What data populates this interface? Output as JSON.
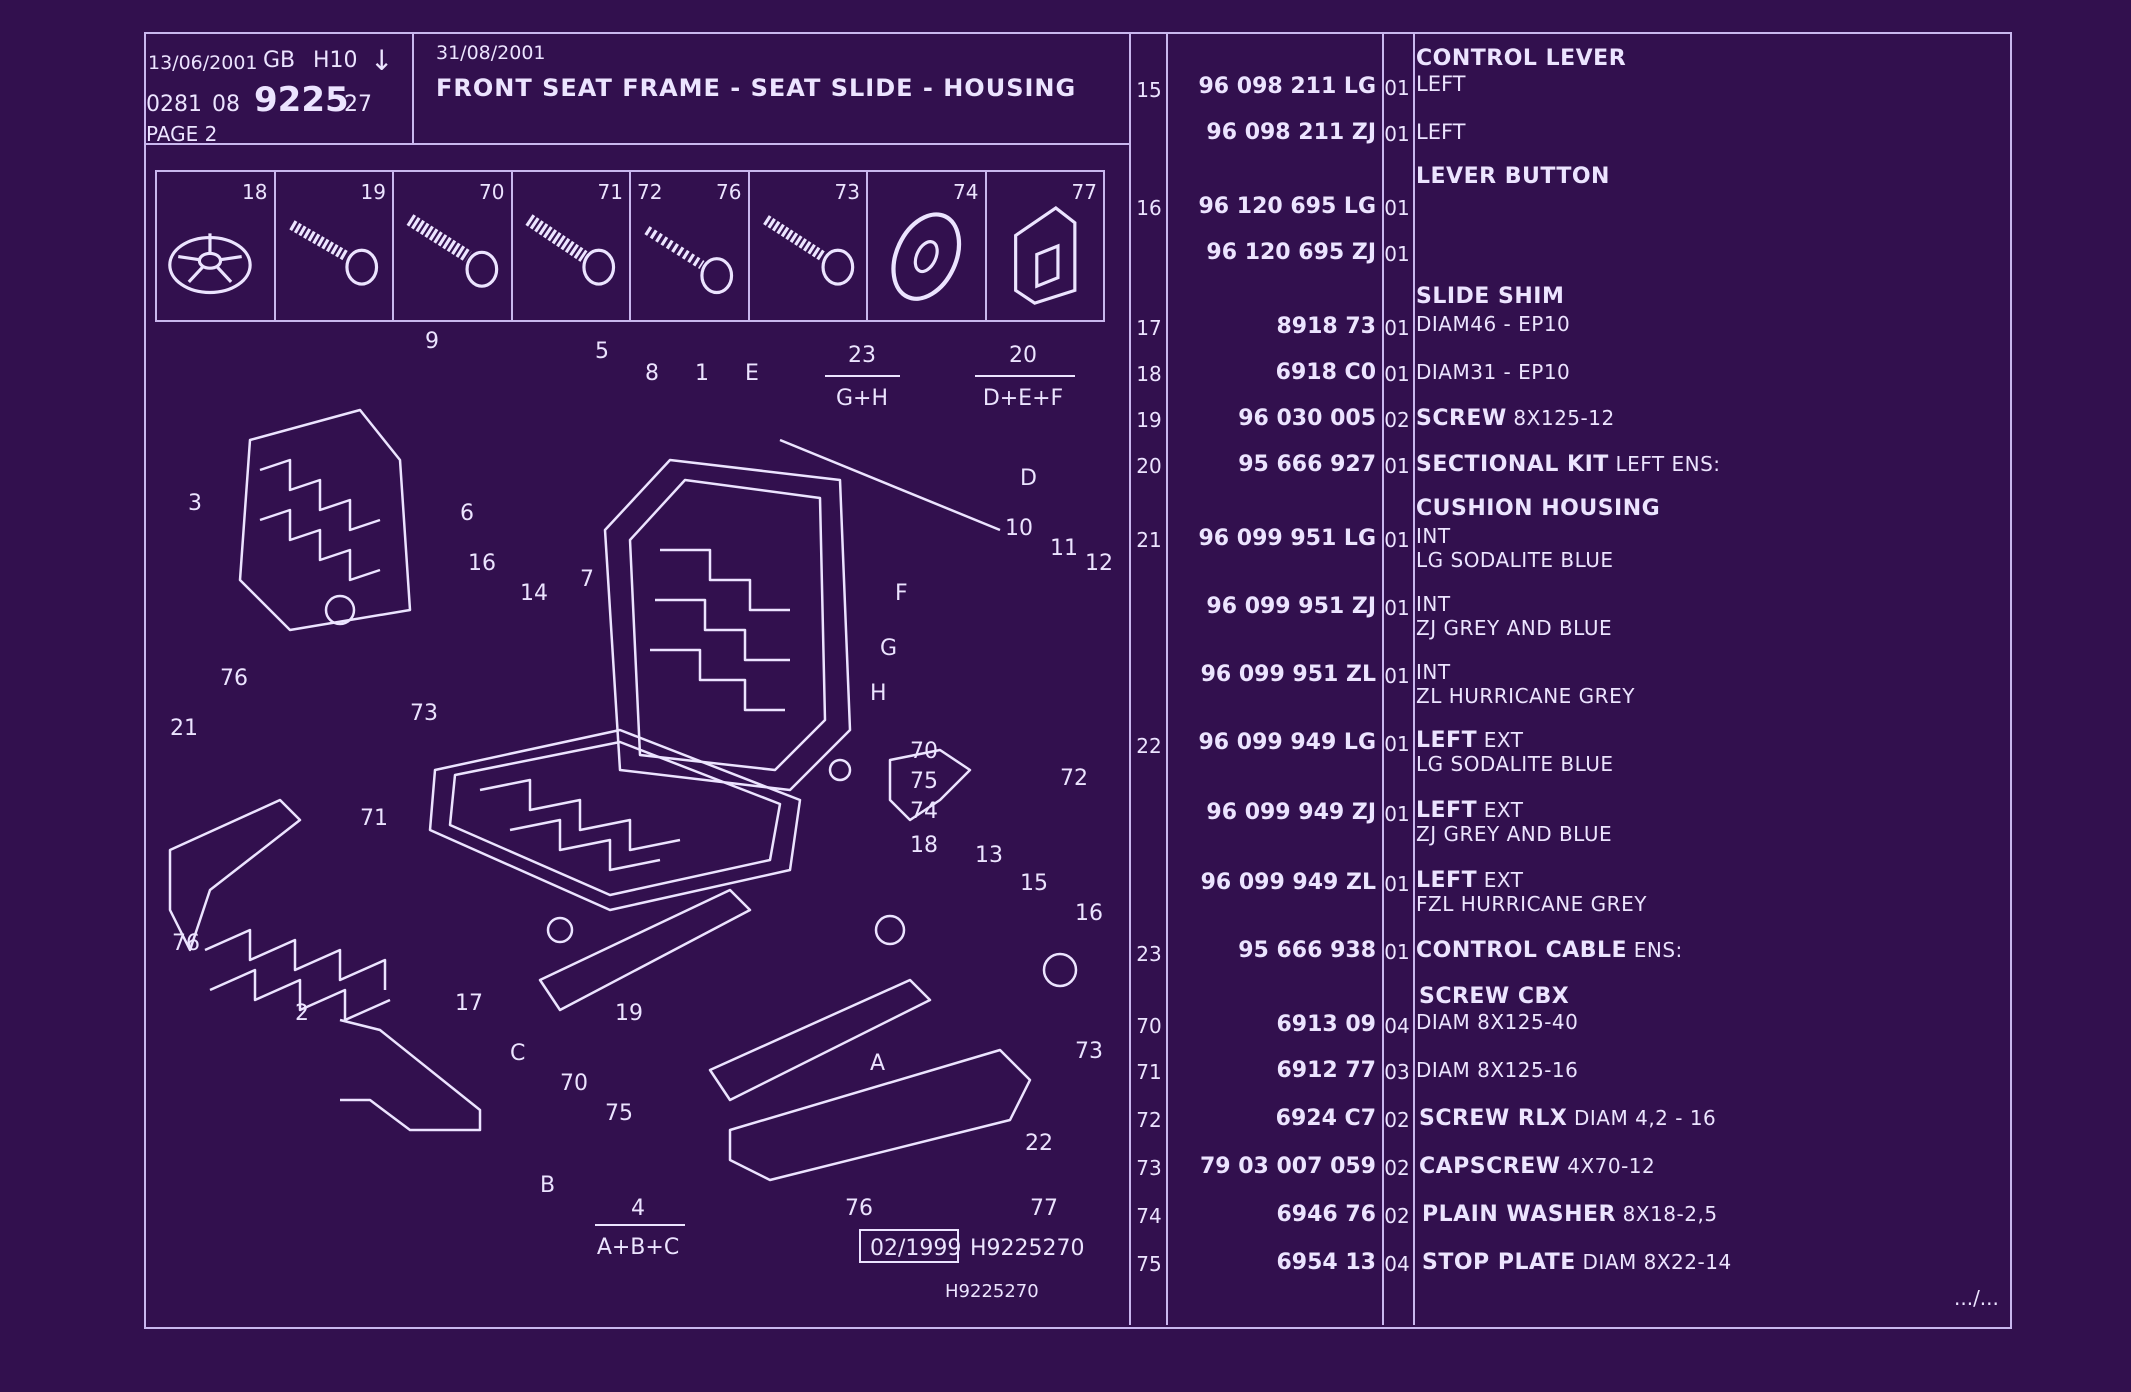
{
  "header": {
    "date": "13/06/2001",
    "lang": "GB",
    "model": "H10",
    "arrow": "↓",
    "ref_prefix": "0281",
    "ref_group": "08",
    "ref_main": "9225",
    "ref_suffix": "27",
    "page": "PAGE 2",
    "issue_date": "31/08/2001",
    "title": "FRONT SEAT FRAME - SEAT SLIDE - HOUSING"
  },
  "thumbnails": [
    "18",
    "19",
    "70",
    "71",
    "72",
    "76",
    "73",
    "74",
    "77"
  ],
  "diagram": {
    "callouts": [
      "9",
      "5",
      "8",
      "1",
      "E",
      "3",
      "6",
      "16",
      "14",
      "7",
      "D",
      "10",
      "11",
      "12",
      "F",
      "G",
      "H",
      "76",
      "21",
      "73",
      "71",
      "70",
      "75",
      "74",
      "72",
      "18",
      "13",
      "15",
      "16",
      "2",
      "17",
      "19",
      "C",
      "70",
      "75",
      "A",
      "73",
      "76",
      "22",
      "B",
      "77",
      "76"
    ],
    "groups": [
      {
        "num": "23",
        "parts": "G+H"
      },
      {
        "num": "20",
        "parts": "D+E+F"
      },
      {
        "num": "4",
        "parts": "A+B+C"
      }
    ],
    "footer_date": "02/1999",
    "footer_ref": "H9225270",
    "footer_ref2": "H9225270"
  },
  "parts": [
    {
      "item": "15",
      "ref": "96 098 211 LG",
      "qty": "01",
      "head": "CONTROL LEVER",
      "bold": "",
      "desc": "LEFT",
      "desc2": ""
    },
    {
      "item": "",
      "ref": "96 098 211 ZJ",
      "qty": "01",
      "head": "",
      "bold": "",
      "desc": "LEFT",
      "desc2": ""
    },
    {
      "item": "16",
      "ref": "96 120 695 LG",
      "qty": "01",
      "head": "LEVER BUTTON",
      "bold": "",
      "desc": "",
      "desc2": ""
    },
    {
      "item": "",
      "ref": "96 120 695 ZJ",
      "qty": "01",
      "head": "",
      "bold": "",
      "desc": "",
      "desc2": ""
    },
    {
      "item": "17",
      "ref": "8918 73",
      "qty": "01",
      "head": "SLIDE SHIM",
      "bold": "",
      "desc": "DIAM46 - EP10",
      "desc2": ""
    },
    {
      "item": "18",
      "ref": "6918 C0",
      "qty": "01",
      "head": "",
      "bold": "",
      "desc": "DIAM31 - EP10",
      "desc2": ""
    },
    {
      "item": "19",
      "ref": "96 030 005",
      "qty": "02",
      "head": "",
      "bold": "SCREW",
      "desc": "8X125-12",
      "desc2": ""
    },
    {
      "item": "20",
      "ref": "95 666 927",
      "qty": "01",
      "head": "",
      "bold": "SECTIONAL KIT",
      "desc": "LEFT ENS:",
      "desc2": ""
    },
    {
      "item": "21",
      "ref": "96 099 951 LG",
      "qty": "01",
      "head": "CUSHION HOUSING",
      "bold": "",
      "desc": "INT",
      "desc2": "LG SODALITE BLUE"
    },
    {
      "item": "",
      "ref": "96 099 951 ZJ",
      "qty": "01",
      "head": "",
      "bold": "",
      "desc": "INT",
      "desc2": "ZJ GREY AND BLUE"
    },
    {
      "item": "",
      "ref": "96 099 951 ZL",
      "qty": "01",
      "head": "",
      "bold": "",
      "desc": "INT",
      "desc2": "ZL HURRICANE GREY"
    },
    {
      "item": "22",
      "ref": "96 099 949 LG",
      "qty": "01",
      "head": "",
      "bold": "LEFT",
      "desc": "EXT",
      "desc2": "LG SODALITE BLUE"
    },
    {
      "item": "",
      "ref": "96 099 949 ZJ",
      "qty": "01",
      "head": "",
      "bold": "LEFT",
      "desc": "EXT",
      "desc2": "ZJ GREY AND BLUE"
    },
    {
      "item": "",
      "ref": "96 099 949 ZL",
      "qty": "01",
      "head": "",
      "bold": "LEFT",
      "desc": "EXT",
      "desc2": "FZL HURRICANE GREY"
    },
    {
      "item": "23",
      "ref": "95 666 938",
      "qty": "01",
      "head": "",
      "bold": "CONTROL CABLE",
      "desc": "ENS:",
      "desc2": ""
    },
    {
      "item": "70",
      "ref": "6913 09",
      "qty": "04",
      "head": "SCREW CBX",
      "bold": "",
      "desc": "DIAM 8X125-40",
      "desc2": ""
    },
    {
      "item": "71",
      "ref": "6912 77",
      "qty": "03",
      "head": "",
      "bold": "",
      "desc": "DIAM 8X125-16",
      "desc2": ""
    },
    {
      "item": "72",
      "ref": "6924 C7",
      "qty": "02",
      "head": "",
      "bold": "SCREW RLX",
      "desc": "DIAM 4,2 - 16",
      "desc2": ""
    },
    {
      "item": "73",
      "ref": "79 03 007 059",
      "qty": "02",
      "head": "",
      "bold": "CAPSCREW",
      "desc": "4X70-12",
      "desc2": ""
    },
    {
      "item": "74",
      "ref": "6946 76",
      "qty": "02",
      "head": "",
      "bold": "PLAIN WASHER",
      "desc": "8X18-2,5",
      "desc2": ""
    },
    {
      "item": "75",
      "ref": "6954 13",
      "qty": "04",
      "head": "",
      "bold": "STOP PLATE",
      "desc": "DIAM 8X22-14",
      "desc2": ""
    }
  ],
  "continued": ".../..."
}
